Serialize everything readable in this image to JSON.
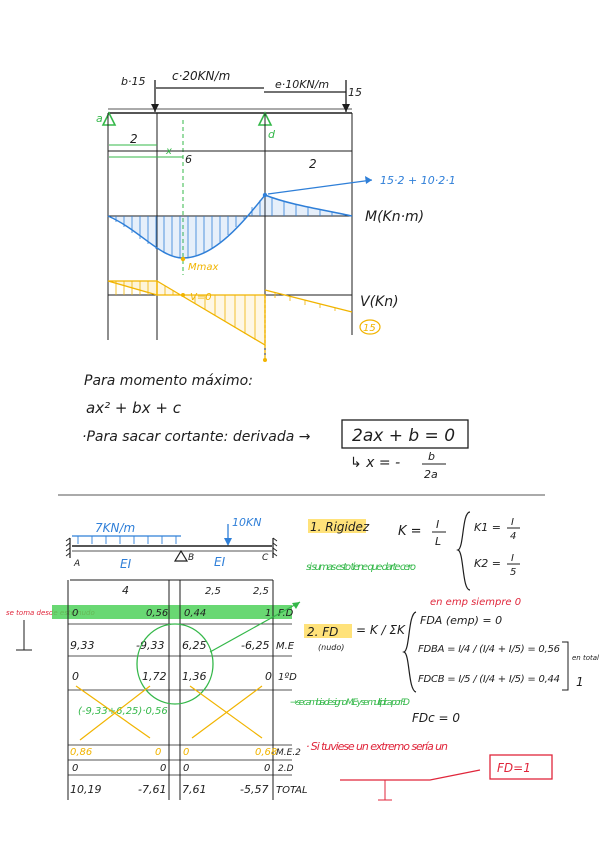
{
  "top": {
    "point_labels": {
      "a": "a",
      "b": "b",
      "c": "c",
      "d": "d",
      "e": "e"
    },
    "loads": {
      "b_load": "b·15",
      "c_load": "c·20KN/m",
      "e_load": "e·10KN/m",
      "right_load": "15"
    },
    "dims": {
      "d1": "2",
      "dx": "x",
      "d2": "6",
      "d3": "2"
    },
    "formula_arrow": "15·2 + 10·2·1",
    "moment_label": "M(Kn·m)",
    "mmax_label": "Mmax",
    "v0_label": "V=0",
    "shear_label": "V(Kn)",
    "shear_value": "15",
    "notes": {
      "line1": "Para momento máximo:",
      "line2": "ax² + bx + c",
      "line3": "·Para sacar cortante: derivada →",
      "boxed": "2ax + b = 0",
      "result": "↳ x = - b / 2a",
      "result_num": "b",
      "result_den": "2a"
    }
  },
  "bottom": {
    "beam": {
      "load1": "7KN/m",
      "load2": "10KN",
      "support_a": "A",
      "support_b": "B",
      "support_c": "C",
      "ei1": "EI",
      "ei2": "EI",
      "span1": "4",
      "span2a": "2,5",
      "span2b": "2,5"
    },
    "left_note": "se toma desde este nudo",
    "table": {
      "fd_row": [
        "0",
        "0,56",
        "0,44",
        "1"
      ],
      "fd_label": "F.D",
      "me_row": [
        "9,33",
        "-9,33",
        "6,25",
        "-6,25"
      ],
      "me_label": "M.E",
      "first_d_row": [
        "0",
        "1,72",
        "1,36",
        "0"
      ],
      "first_d_label": "1ºD",
      "calc": "(-9,33+6,25)·0,56",
      "me2_row": [
        "0,86",
        "0",
        "0",
        "0,68"
      ],
      "me2_label": "M.E.2",
      "second_d_row": [
        "0",
        "0",
        "0",
        "0"
      ],
      "second_d_label": "2.D",
      "total_row": [
        "10,19",
        "-7,61",
        "7,61",
        "-5,57"
      ],
      "total_label": "TOTAL"
    },
    "green_notes": {
      "sum_note": "si sumas esto tiene que darte cero",
      "change_note": "→ se cambia de signo M.E y se multiplica por F.D"
    },
    "rigidez": {
      "title": "1. Rigidez",
      "k_formula_left": "K =",
      "k_num": "I",
      "k_den": "L",
      "k1": "K1 =",
      "k1_num": "I",
      "k1_den": "4",
      "k2": "K2 =",
      "k2_num": "I",
      "k2_den": "5"
    },
    "fd": {
      "title": "2. FD",
      "subtitle": "(nudo)",
      "formula": "= K / ΣK",
      "emp_note": "en emp siempre 0",
      "fda": "FDA (emp) = 0",
      "fdba": "FDBA = I/4 / (I/4 + I/5) = 0,56",
      "fdbc": "FDCB = I/5 / (I/4 + I/5) = 0,44",
      "total_note": "en total es",
      "total_value": "1",
      "fdc": "FDc = 0"
    },
    "red_notes": {
      "extreme": "· Si tuviese un extremo sería un",
      "fd1": "FD=1"
    }
  },
  "colors": {
    "ink": "#1e1e1e",
    "blue": "#2f7fd8",
    "green": "#35b84a",
    "highlight_green": "#4fd15a",
    "red": "#e0263b",
    "gold": "#f1b400",
    "yellow_highlight": "#ffe27a"
  }
}
